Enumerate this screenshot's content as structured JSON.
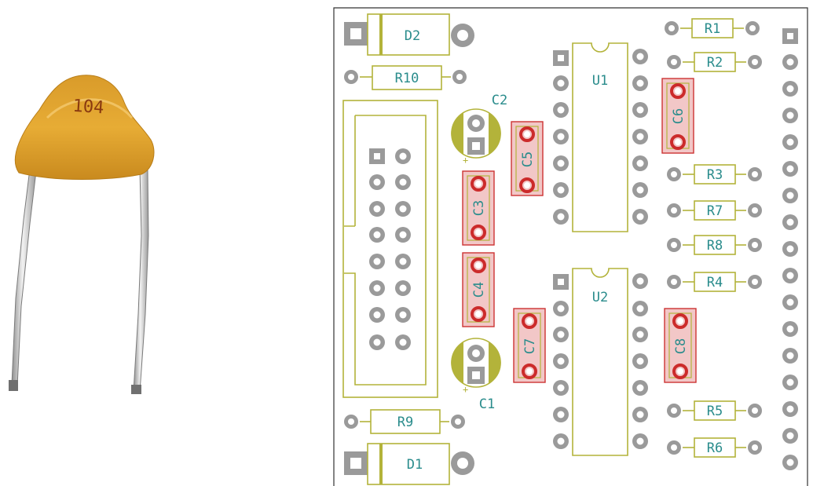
{
  "photo": {
    "marking": "104"
  },
  "designators": {
    "D1": "D1",
    "D2": "D2",
    "R1": "R1",
    "R2": "R2",
    "R3": "R3",
    "R4": "R4",
    "R5": "R5",
    "R6": "R6",
    "R7": "R7",
    "R8": "R8",
    "R9": "R9",
    "R10": "R10",
    "C1": "C1",
    "C2": "C2",
    "C3": "C3",
    "C4": "C4",
    "C5": "C5",
    "C6": "C6",
    "C7": "C7",
    "C8": "C8",
    "U1": "U1",
    "U2": "U2"
  },
  "polarity": {
    "plus": "+"
  },
  "colors": {
    "capacitor_body": "#e3a52c",
    "silkscreen": "#b3b33a",
    "designator_text": "#2a8c8c",
    "pad": "#9a9a9a",
    "selection_fill": "#f2c7c7",
    "selection_outline": "#cc3333",
    "board_edge": "#333333"
  }
}
